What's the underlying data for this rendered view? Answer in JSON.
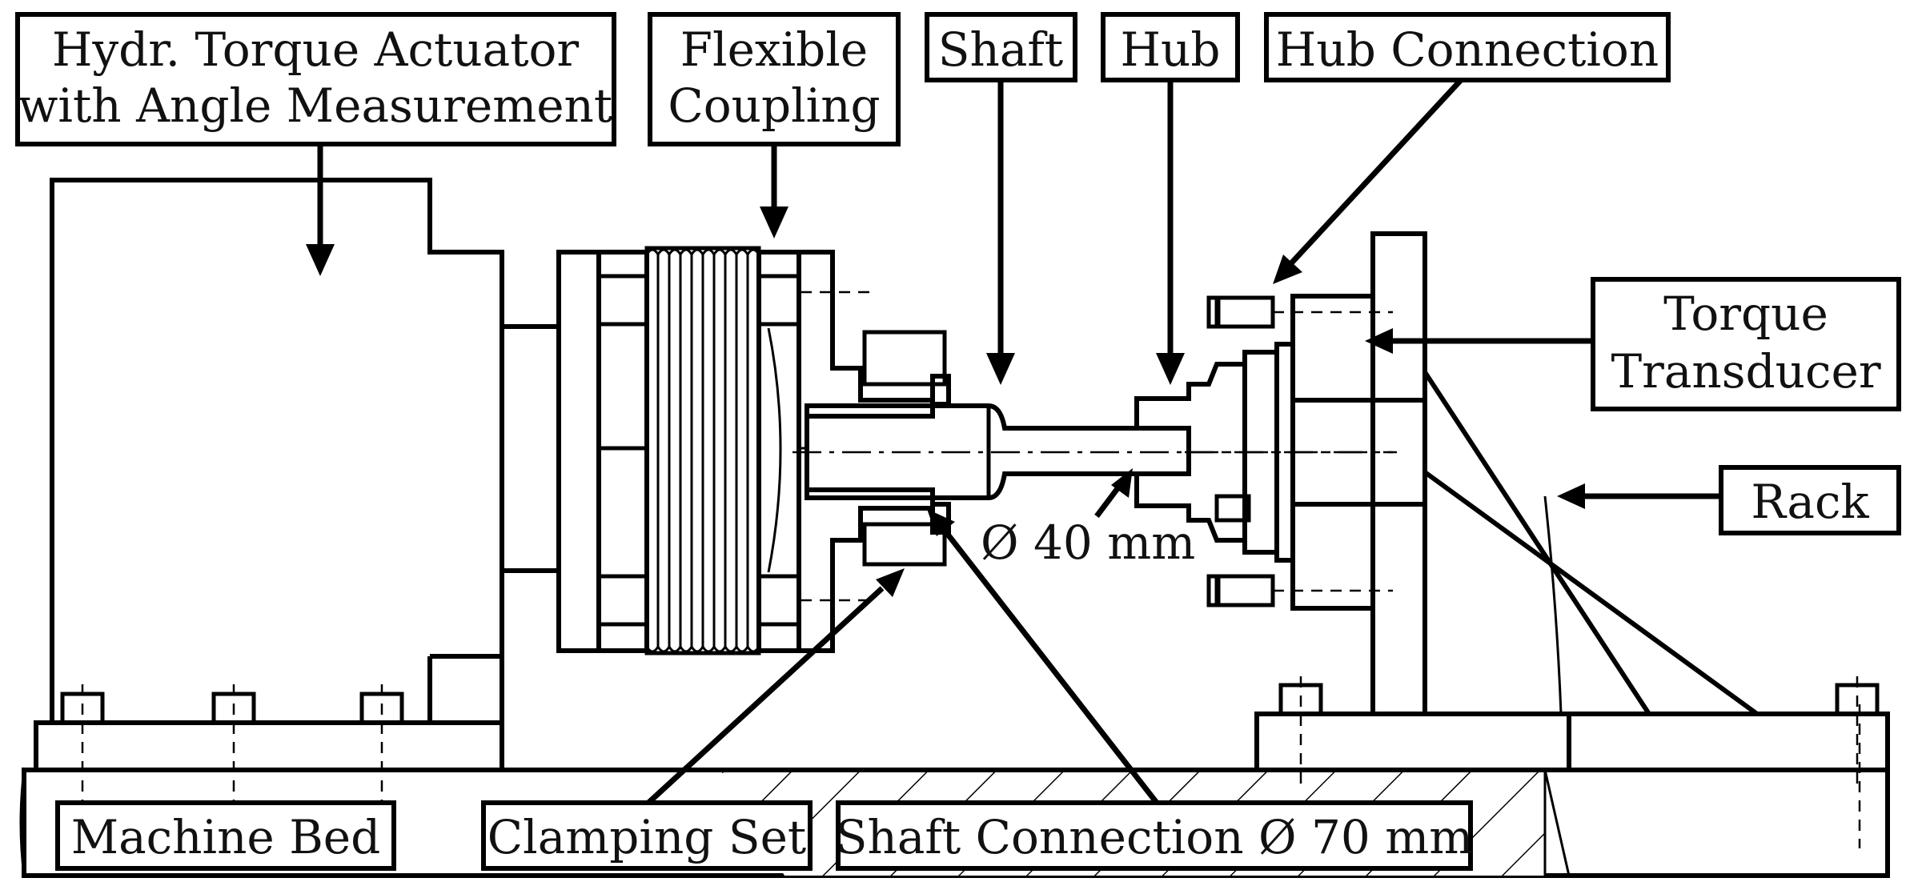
{
  "labels": {
    "actuator_line1": "Hydr. Torque Actuator",
    "actuator_line2": "with Angle Measurement",
    "coupling_line1": "Flexible",
    "coupling_line2": "Coupling",
    "shaft": "Shaft",
    "hub": "Hub",
    "hub_connection": "Hub Connection",
    "transducer_line1": "Torque",
    "transducer_line2": "Transducer",
    "rack": "Rack",
    "diameter_40": "Ø 40 mm",
    "machine_bed": "Machine Bed",
    "clamping_set": "Clamping Set",
    "shaft_connection": "Shaft Connection Ø 70 mm"
  }
}
